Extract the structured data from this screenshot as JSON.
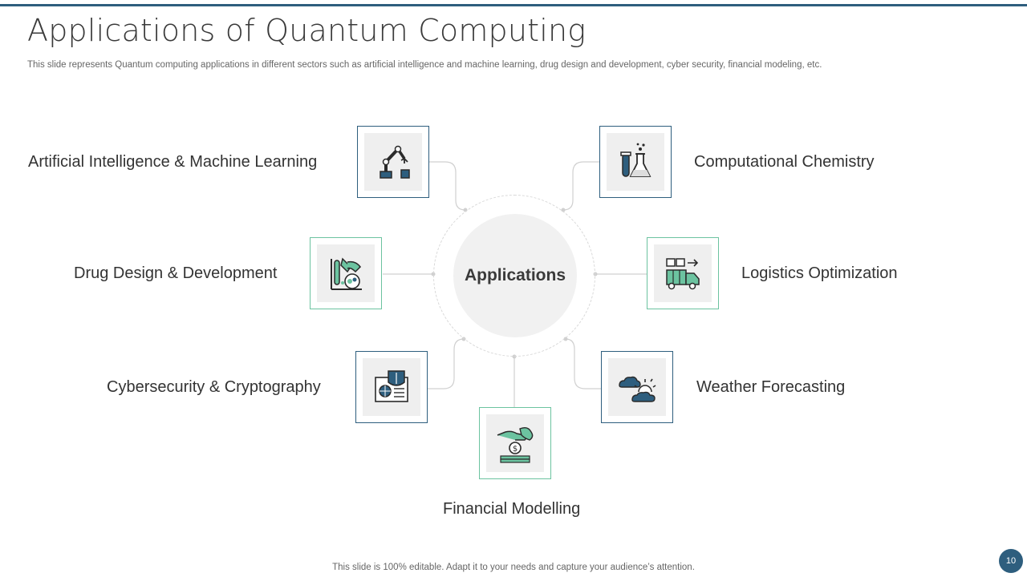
{
  "slide": {
    "title": "Applications of Quantum Computing",
    "subtitle": "This slide represents Quantum computing applications in different sectors such as artificial intelligence and machine learning, drug design and development, cyber security, financial modeling, etc.",
    "footer": "This slide is 100% editable. Adapt it to your needs and capture your audience’s attention.",
    "page_number": "10"
  },
  "hub": {
    "label": "Applications"
  },
  "items": [
    {
      "label": "Artificial Intelligence  & Machine  Learning",
      "icon": "robot-arm-icon"
    },
    {
      "label": "Computational  Chemistry",
      "icon": "lab-flask-icon"
    },
    {
      "label": "Drug  Design  & Development",
      "icon": "drug-test-icon"
    },
    {
      "label": "Logistics Optimization",
      "icon": "delivery-truck-icon"
    },
    {
      "label": "Cybersecurity & Cryptography",
      "icon": "secure-document-icon"
    },
    {
      "label": "Weather Forecasting",
      "icon": "cloud-sun-icon"
    },
    {
      "label": "Financial Modelling",
      "icon": "money-hand-icon"
    }
  ],
  "colors": {
    "accent_blue": "#2e5e7e",
    "accent_green": "#6cc3a0",
    "hub_fill": "#f1f1f1"
  }
}
